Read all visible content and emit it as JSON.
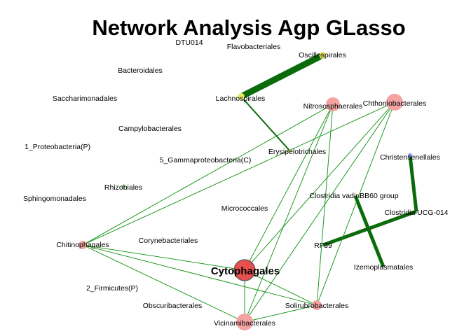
{
  "title": "Network Analysis Agp GLasso",
  "colors": {
    "positive_edge": "#0a8f0a",
    "strong_edge": "#0b6b0b",
    "node_pink": "#f4a3a3",
    "node_red": "#e8504f",
    "node_yellow": "#e8e86a",
    "node_blue": "#8a8ae6",
    "node_green": "#9ee89e"
  },
  "nodes": [
    {
      "id": "DTU014",
      "label": "DTU014"
    },
    {
      "id": "Flavobacteriales",
      "label": "Flavobacteriales"
    },
    {
      "id": "Oscillospirales",
      "label": "Oscillospirales"
    },
    {
      "id": "Bacteroidales",
      "label": "Bacteroidales"
    },
    {
      "id": "Saccharimonadales",
      "label": "Saccharimonadales"
    },
    {
      "id": "Lachnospirales",
      "label": "Lachnospirales"
    },
    {
      "id": "Nitrososphaerales",
      "label": "Nitrososphaerales"
    },
    {
      "id": "Chthoniobacterales",
      "label": "Chthoniobacterales"
    },
    {
      "id": "Campylobacterales",
      "label": "Campylobacterales"
    },
    {
      "id": "1_Proteobacteria(P)",
      "label": "1_Proteobacteria(P)"
    },
    {
      "id": "Erysipelotrichales",
      "label": "Erysipelotrichales"
    },
    {
      "id": "5_Gammaproteobacteria(C)",
      "label": "5_Gammaproteobacteria(C)"
    },
    {
      "id": "Christensenellales",
      "label": "Christensenellales"
    },
    {
      "id": "Rhizobiales",
      "label": "Rhizobiales"
    },
    {
      "id": "Sphingomonadales",
      "label": "Sphingomonadales"
    },
    {
      "id": "Clostridia vadinBB60 group",
      "label": "Clostridia vadinBB60 group"
    },
    {
      "id": "Micrococcales",
      "label": "Micrococcales"
    },
    {
      "id": "Clostridia UCG-014",
      "label": "Clostridia UCG-014"
    },
    {
      "id": "Corynebacteriales",
      "label": "Corynebacteriales"
    },
    {
      "id": "Chitinophagales",
      "label": "Chitinophagales"
    },
    {
      "id": "RF39",
      "label": "RF39"
    },
    {
      "id": "Cytophagales",
      "label": "Cytophagales",
      "emphasis": true
    },
    {
      "id": "Izemoplasmatales",
      "label": "Izemoplasmatales"
    },
    {
      "id": "2_Firmicutes(P)",
      "label": "2_Firmicutes(P)"
    },
    {
      "id": "Obscuribacterales",
      "label": "Obscuribacterales"
    },
    {
      "id": "Solirubrobacterales",
      "label": "Solirubrobacterales"
    },
    {
      "id": "Vicinamibacterales",
      "label": "Vicinamibacterales"
    }
  ],
  "edges": [
    {
      "source": "Lachnospirales",
      "target": "Oscillospirales",
      "weight": 10
    },
    {
      "source": "Lachnospirales",
      "target": "Erysipelotrichales",
      "weight": 2
    },
    {
      "source": "Christensenellales",
      "target": "Clostridia UCG-014",
      "weight": 5
    },
    {
      "source": "Clostridia UCG-014",
      "target": "RF39",
      "weight": 5
    },
    {
      "source": "Clostridia vadinBB60 group",
      "target": "Izemoplasmatales",
      "weight": 5
    },
    {
      "source": "Chitinophagales",
      "target": "Nitrososphaerales",
      "weight": 1
    },
    {
      "source": "Chitinophagales",
      "target": "Chthoniobacterales",
      "weight": 1
    },
    {
      "source": "Chitinophagales",
      "target": "Cytophagales",
      "weight": 1
    },
    {
      "source": "Chitinophagales",
      "target": "Vicinamibacterales",
      "weight": 1
    },
    {
      "source": "Chitinophagales",
      "target": "Solirubrobacterales",
      "weight": 1
    },
    {
      "source": "Nitrososphaerales",
      "target": "Cytophagales",
      "weight": 1
    },
    {
      "source": "Nitrososphaerales",
      "target": "Vicinamibacterales",
      "weight": 1
    },
    {
      "source": "Nitrososphaerales",
      "target": "Solirubrobacterales",
      "weight": 1
    },
    {
      "source": "Chthoniobacterales",
      "target": "Cytophagales",
      "weight": 1
    },
    {
      "source": "Chthoniobacterales",
      "target": "Vicinamibacterales",
      "weight": 1
    },
    {
      "source": "Chthoniobacterales",
      "target": "Solirubrobacterales",
      "weight": 1
    },
    {
      "source": "Cytophagales",
      "target": "Solirubrobacterales",
      "weight": 1
    },
    {
      "source": "Cytophagales",
      "target": "Vicinamibacterales",
      "weight": 1
    },
    {
      "source": "Vicinamibacterales",
      "target": "Solirubrobacterales",
      "weight": 1
    }
  ]
}
